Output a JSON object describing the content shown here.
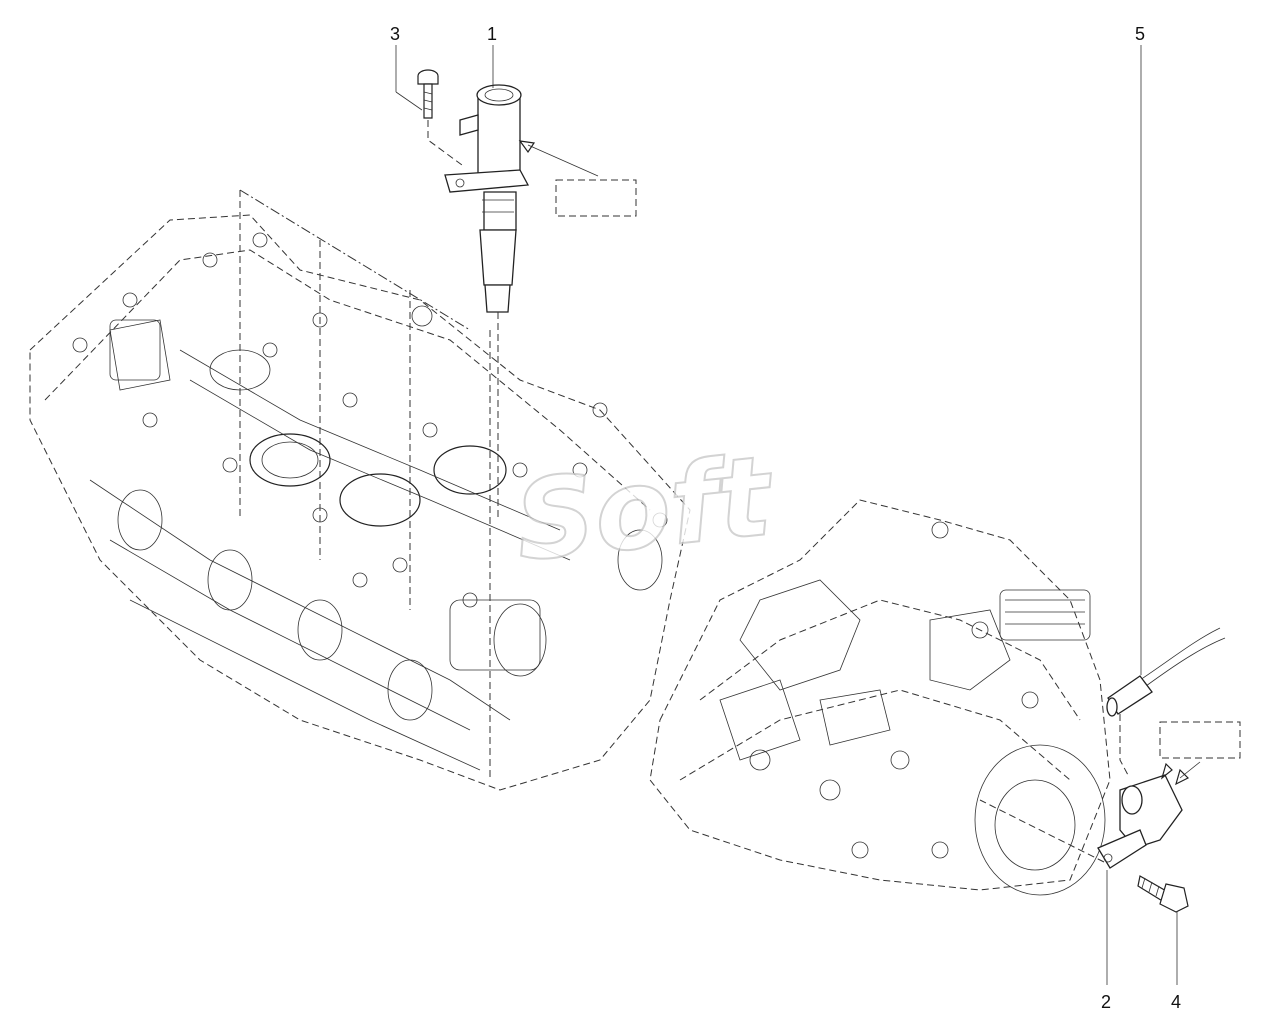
{
  "callouts": {
    "c1": "1",
    "c2": "2",
    "c3": "3",
    "c4": "4",
    "c5": "5"
  },
  "watermark": "Soft",
  "colors": {
    "line": "#222222",
    "watermark_stroke": "#c9c9c9",
    "background": "#ffffff"
  }
}
